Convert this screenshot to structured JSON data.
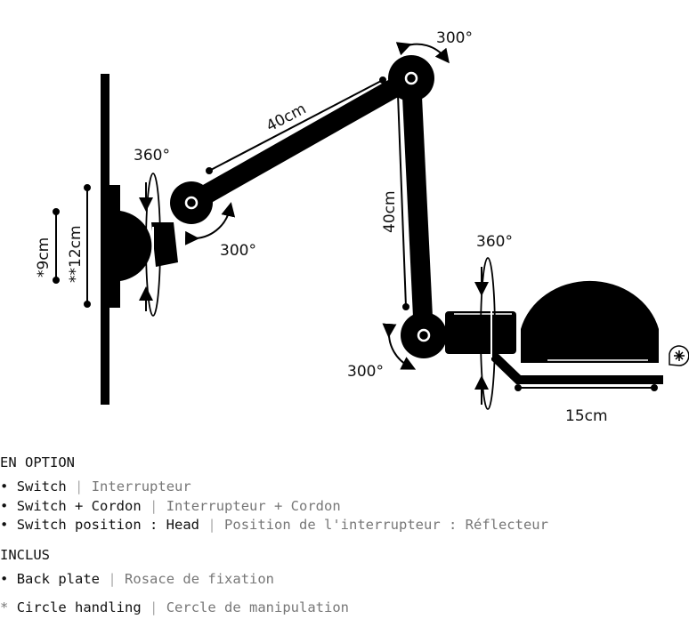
{
  "diagram": {
    "rotations": {
      "base_axis": "360°",
      "elbow_1": "300°",
      "elbow_2": "300°",
      "elbow_3": "300°",
      "head_axis": "360°"
    },
    "dimensions": {
      "back_plate_small": "*9cm",
      "back_plate_large": "**12cm",
      "arm_1": "40cm",
      "arm_2": "40cm",
      "head": "15cm"
    },
    "icons": {
      "handling_circle": "flower-badge-icon"
    },
    "colors": {
      "lamp": "#000000",
      "text_primary": "#111111",
      "text_secondary": "#777777"
    }
  },
  "specs": {
    "option_heading": "EN OPTION",
    "options": [
      {
        "en": "Switch",
        "fr": "Interrupteur"
      },
      {
        "en": "Switch + Cordon",
        "fr": "Interrupteur + Cordon"
      },
      {
        "en": "Switch position : Head",
        "fr": "Position de l'interrupteur : Réflecteur"
      }
    ],
    "included_heading": "INCLUS",
    "included": [
      {
        "en": "Back plate",
        "fr": "Rosace de fixation"
      }
    ],
    "note": {
      "mark": "*",
      "en": "Circle handling",
      "fr": "Cercle de manipulation"
    },
    "bullet": "•",
    "separator": "|"
  }
}
